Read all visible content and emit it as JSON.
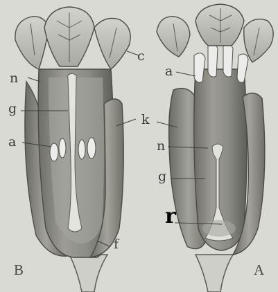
{
  "figure": {
    "labels": {
      "B_c": "c",
      "B_n": "n",
      "B_g": "g",
      "B_a": "a",
      "B_f": "f",
      "B_panel": "B",
      "k": "k",
      "A_a": "a",
      "A_n": "n",
      "A_g": "g",
      "A_r": "r",
      "A_panel": "A"
    },
    "colors": {
      "paper": "#dadad5",
      "ink": "#3a3a36",
      "shade_dark": "#5c5c56",
      "shade_mid": "#8f8f89",
      "shade_light": "#bdbdb7"
    }
  }
}
